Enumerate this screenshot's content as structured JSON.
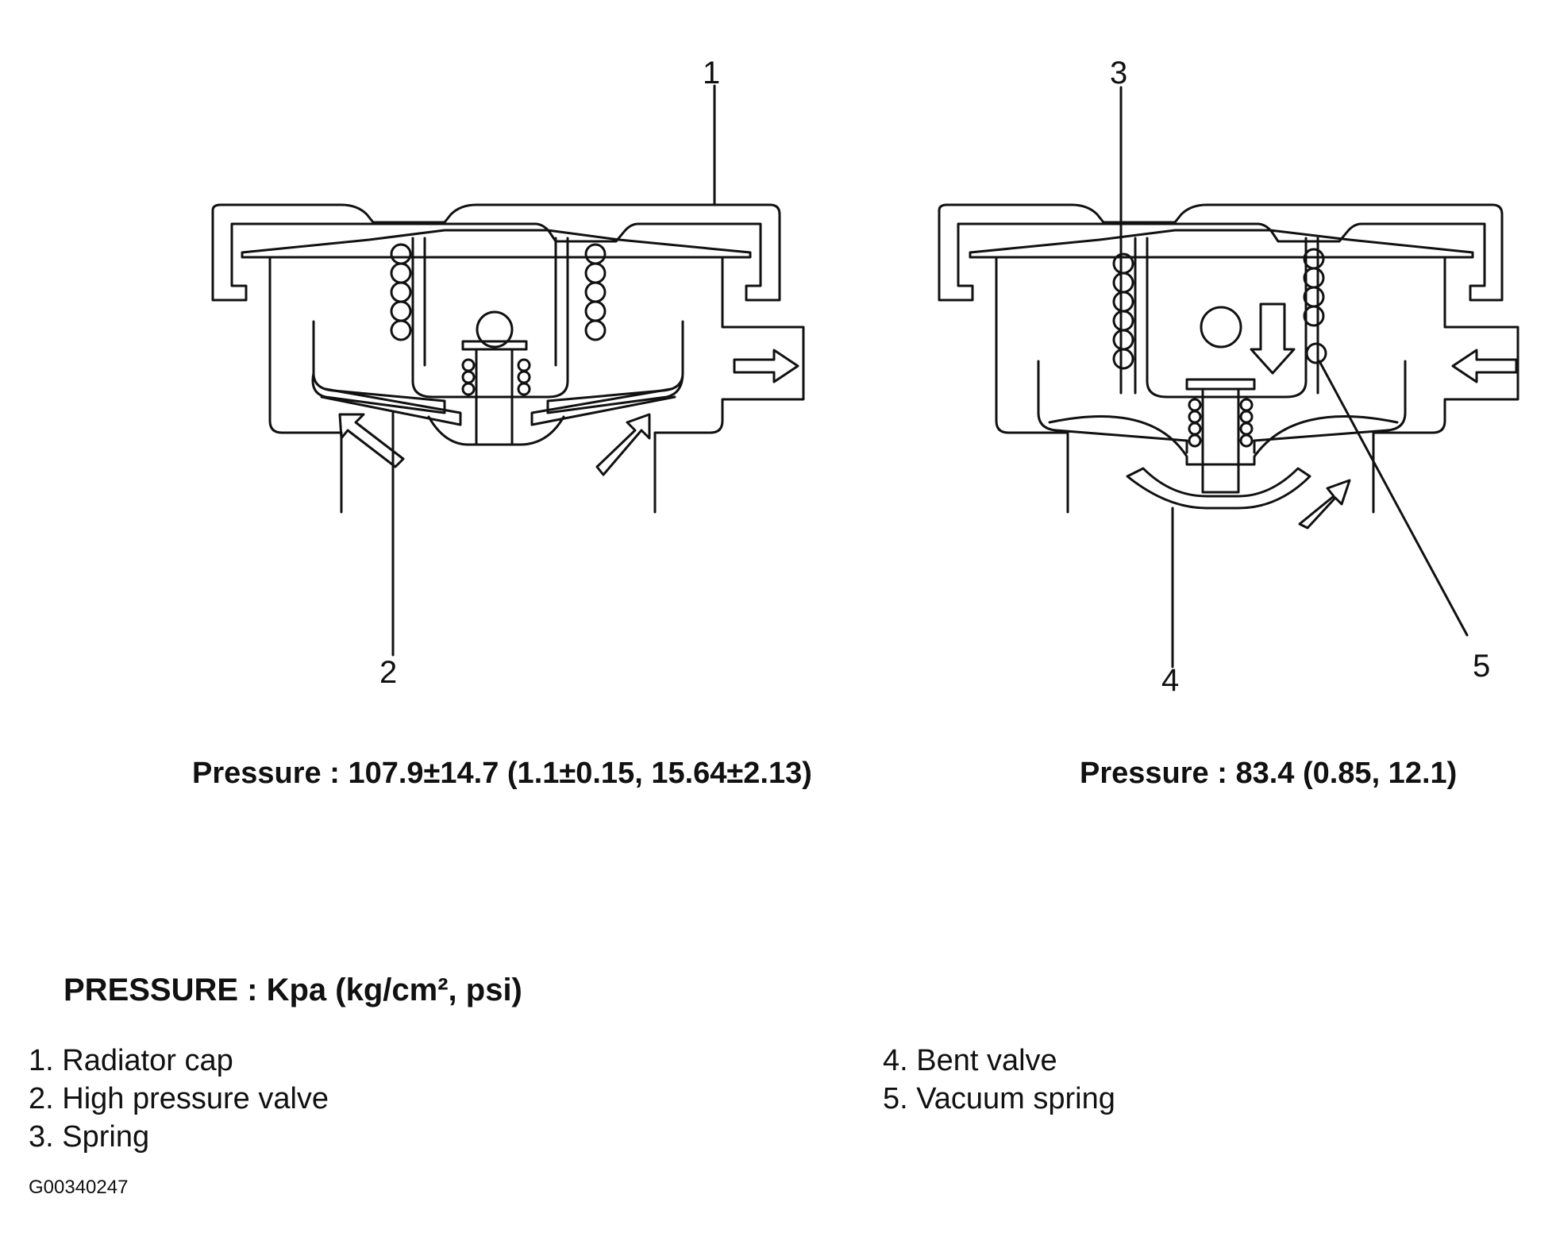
{
  "callouts": [
    "1",
    "2",
    "3",
    "4",
    "5"
  ],
  "left_pressure": "Pressure : 107.9±14.7 (1.1±0.15, 15.64±2.13)",
  "right_pressure": "Pressure : 83.4 (0.85, 12.1)",
  "units_note": "PRESSURE : Kpa (kg/cm², psi)",
  "legend_left": [
    "1. Radiator cap",
    "2. High pressure valve",
    "3. Spring"
  ],
  "legend_right": [
    "4. Bent valve",
    "5. Vacuum spring"
  ],
  "figure_code": "G00340247"
}
